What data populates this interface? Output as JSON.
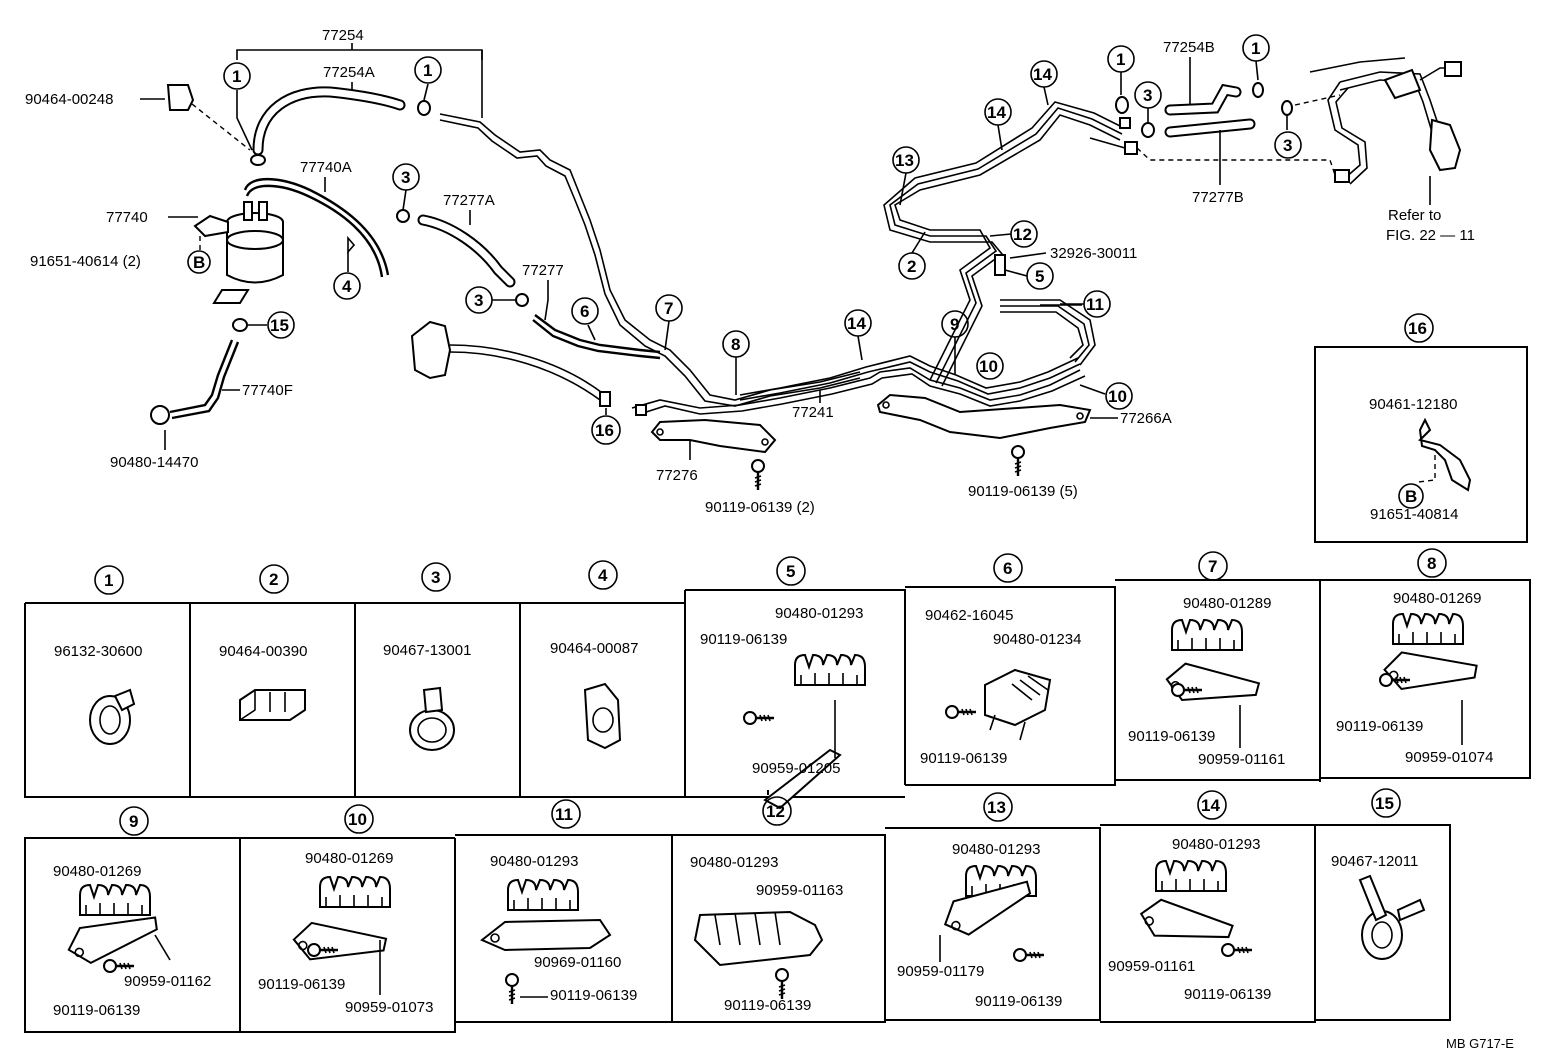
{
  "diagram": {
    "main_labels": {
      "p77254": "77254",
      "p77254A": "77254A",
      "p90464_00248": "90464-00248",
      "p77740A": "77740A",
      "p77740": "77740",
      "p91651_40614": "91651-40614 (2)",
      "p77740F": "77740F",
      "p90480_14470": "90480-14470",
      "p77277A": "77277A",
      "p77277": "77277",
      "p77241": "77241",
      "p77276": "77276",
      "p90119_2": "90119-06139 (2)",
      "p77266A": "77266A",
      "p90119_5": "90119-06139 (5)",
      "p32926": "32926-30011",
      "p77254B": "77254B",
      "p77277B": "77277B",
      "refer1": "Refer to",
      "refer2": "FIG. 22 — 11",
      "p90461": "90461-12180",
      "p91651_40814": "91651-40814",
      "drawing_id": "MB G717-E"
    },
    "callouts": {
      "c1": "1",
      "c2": "2",
      "c3": "3",
      "c4": "4",
      "c5": "5",
      "c6": "6",
      "c7": "7",
      "c8": "8",
      "c9": "9",
      "c10": "10",
      "c11": "11",
      "c12": "12",
      "c13": "13",
      "c14": "14",
      "c15": "15",
      "c16": "16",
      "cB": "B"
    },
    "detail_boxes": [
      {
        "id": "1",
        "parts": [
          "96132-30600"
        ]
      },
      {
        "id": "2",
        "parts": [
          "90464-00390"
        ]
      },
      {
        "id": "3",
        "parts": [
          "90467-13001"
        ]
      },
      {
        "id": "4",
        "parts": [
          "90464-00087"
        ]
      },
      {
        "id": "5",
        "parts": [
          "90480-01293",
          "90119-06139",
          "90959-01205"
        ]
      },
      {
        "id": "6",
        "parts": [
          "90462-16045",
          "90480-01234",
          "90119-06139"
        ]
      },
      {
        "id": "7",
        "parts": [
          "90480-01289",
          "90119-06139",
          "90959-01161"
        ]
      },
      {
        "id": "8",
        "parts": [
          "90480-01269",
          "90119-06139",
          "90959-01074"
        ]
      },
      {
        "id": "9",
        "parts": [
          "90480-01269",
          "90959-01162",
          "90119-06139"
        ]
      },
      {
        "id": "10",
        "parts": [
          "90480-01269",
          "90119-06139",
          "90959-01073"
        ]
      },
      {
        "id": "11",
        "parts": [
          "90480-01293",
          "90969-01160",
          "90119-06139"
        ]
      },
      {
        "id": "12",
        "parts": [
          "90480-01293",
          "90959-01163",
          "90119-06139"
        ]
      },
      {
        "id": "13",
        "parts": [
          "90480-01293",
          "90959-01179",
          "90119-06139"
        ]
      },
      {
        "id": "14",
        "parts": [
          "90480-01293",
          "90959-01161",
          "90119-06139"
        ]
      },
      {
        "id": "15",
        "parts": [
          "90467-12011"
        ]
      }
    ]
  }
}
